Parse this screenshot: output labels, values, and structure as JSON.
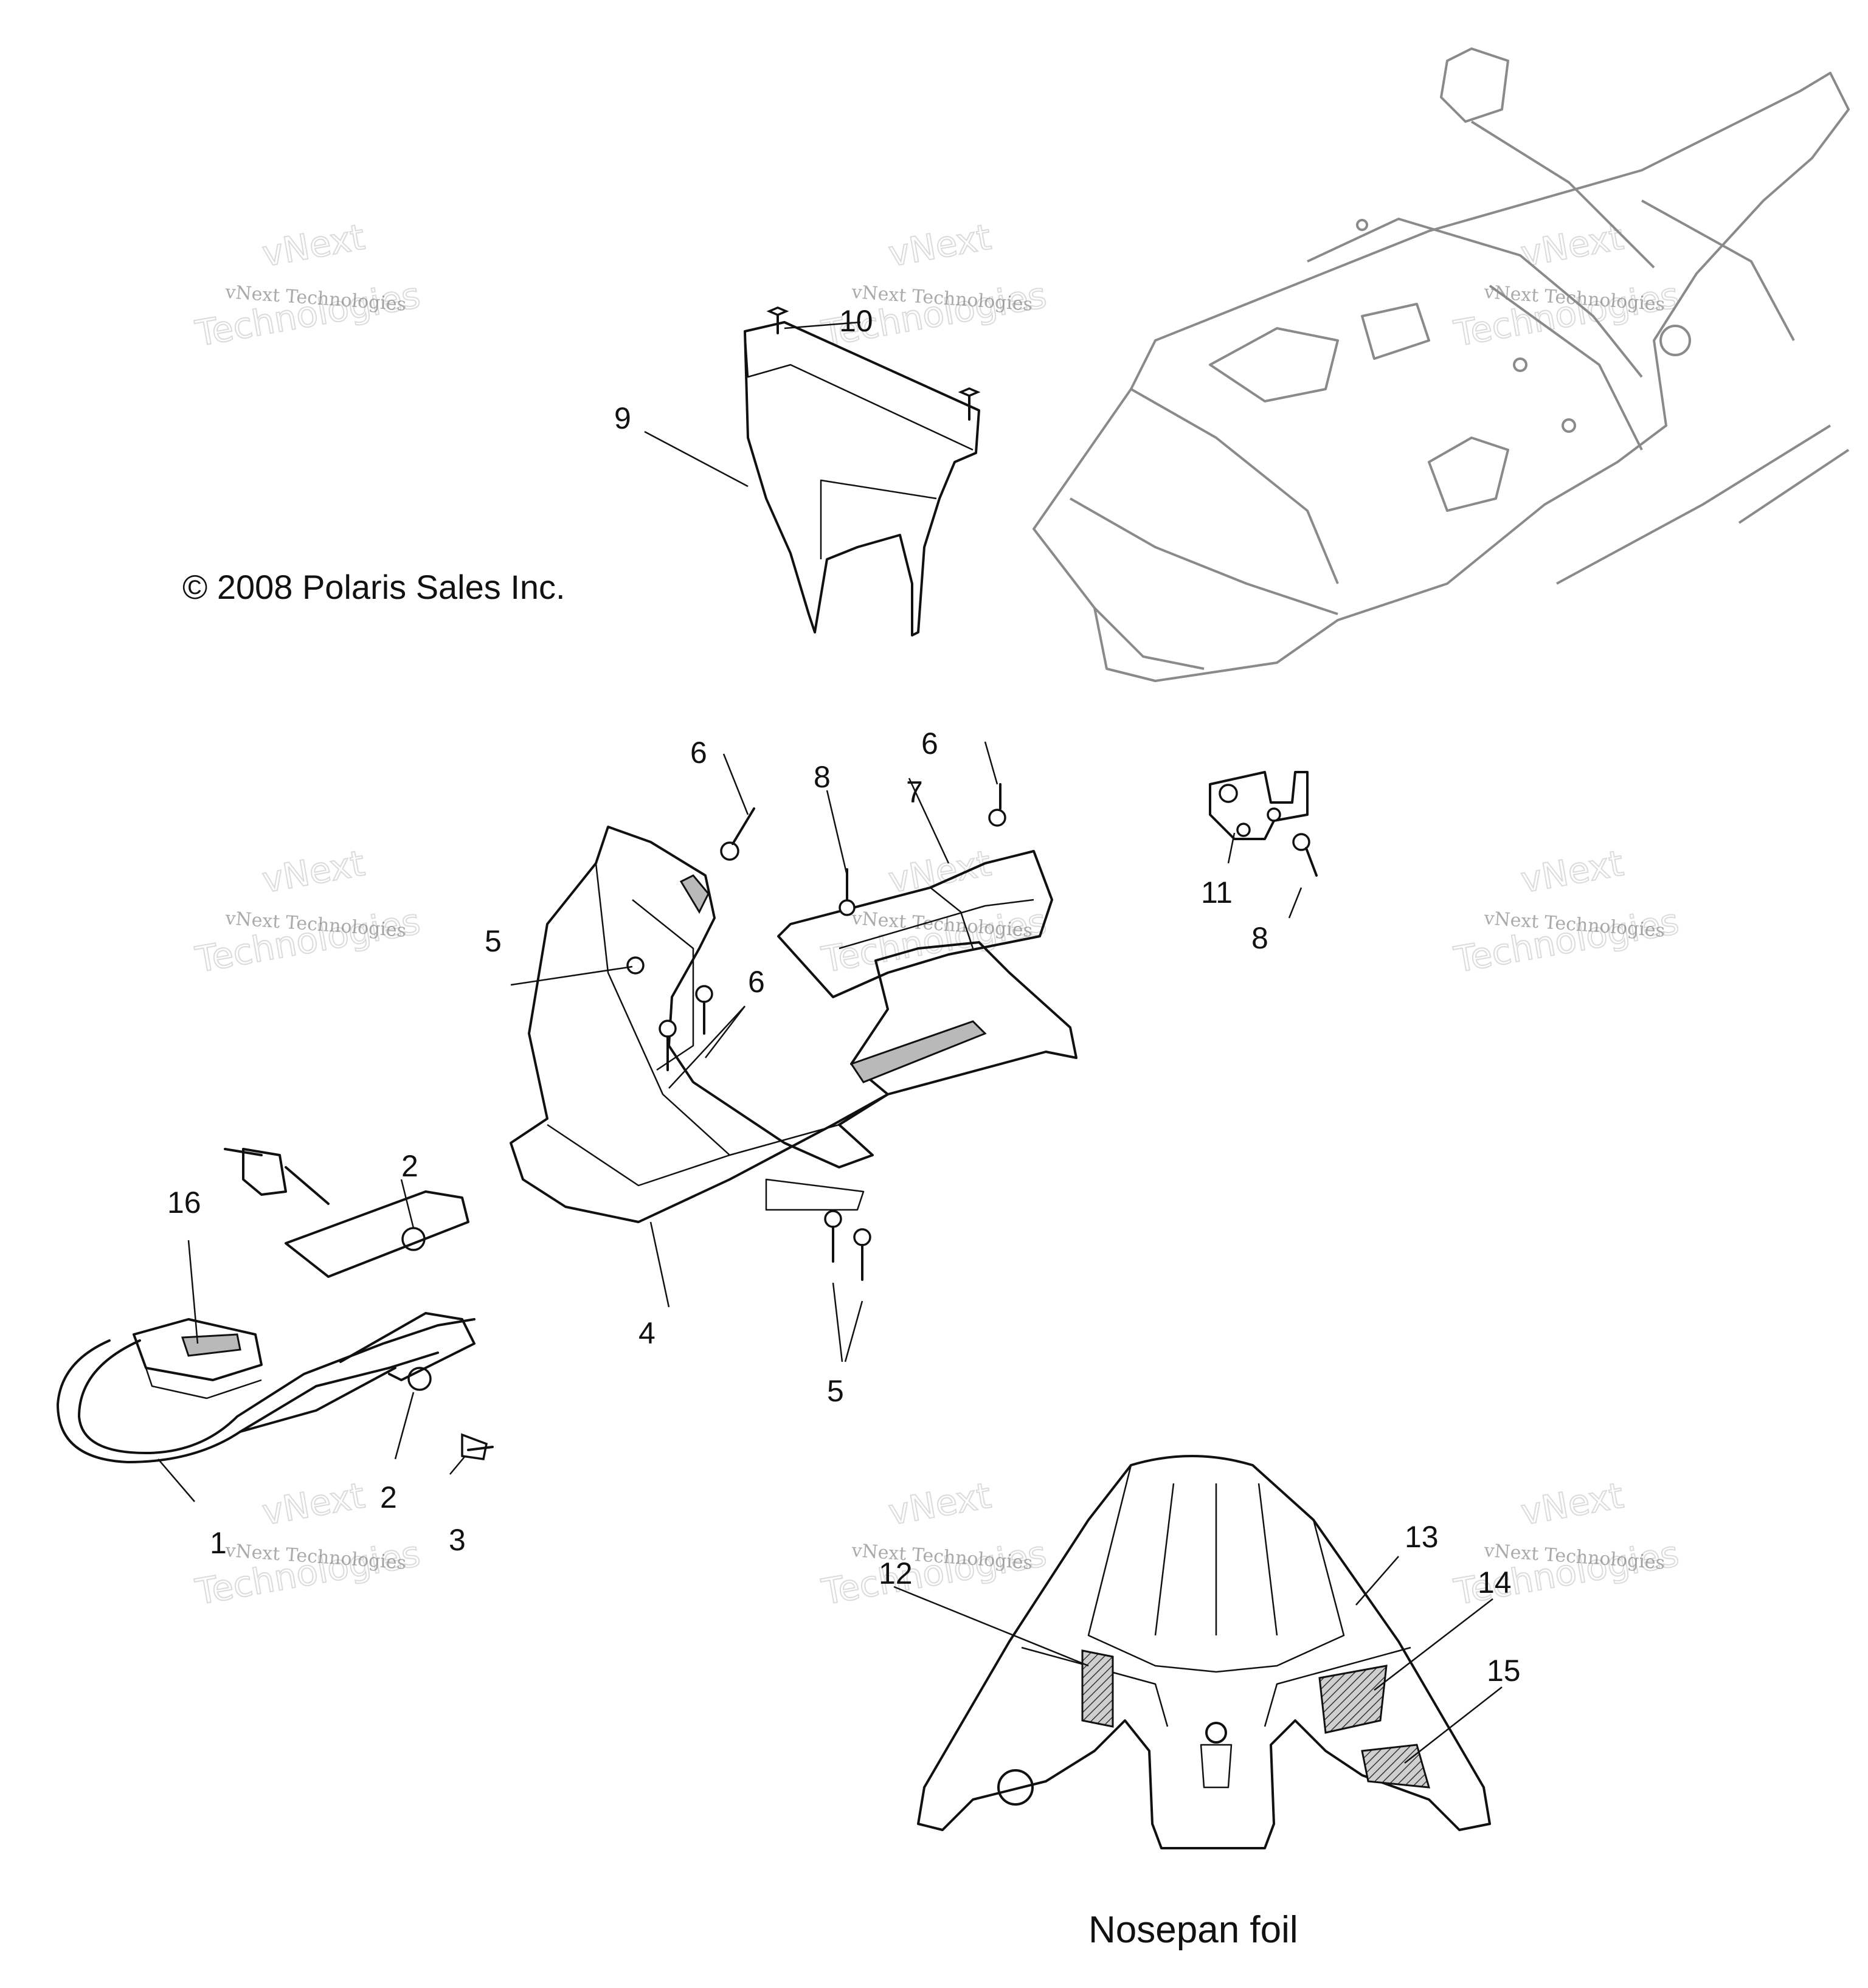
{
  "copyright": "© 2008 Polaris Sales Inc.",
  "caption": "Nosepan foil",
  "watermark": {
    "line1": "vNext Technologies",
    "line2": "vNext",
    "line3": "Technologies"
  },
  "callouts": {
    "c1": "1",
    "c2a": "2",
    "c2b": "2",
    "c3": "3",
    "c4": "4",
    "c5a": "5",
    "c5b": "5",
    "c6a": "6",
    "c6b": "6",
    "c6c": "6",
    "c7": "7",
    "c8a": "8",
    "c8b": "8",
    "c9": "9",
    "c10": "10",
    "c11": "11",
    "c12": "12",
    "c13": "13",
    "c14": "14",
    "c15": "15",
    "c16": "16"
  }
}
